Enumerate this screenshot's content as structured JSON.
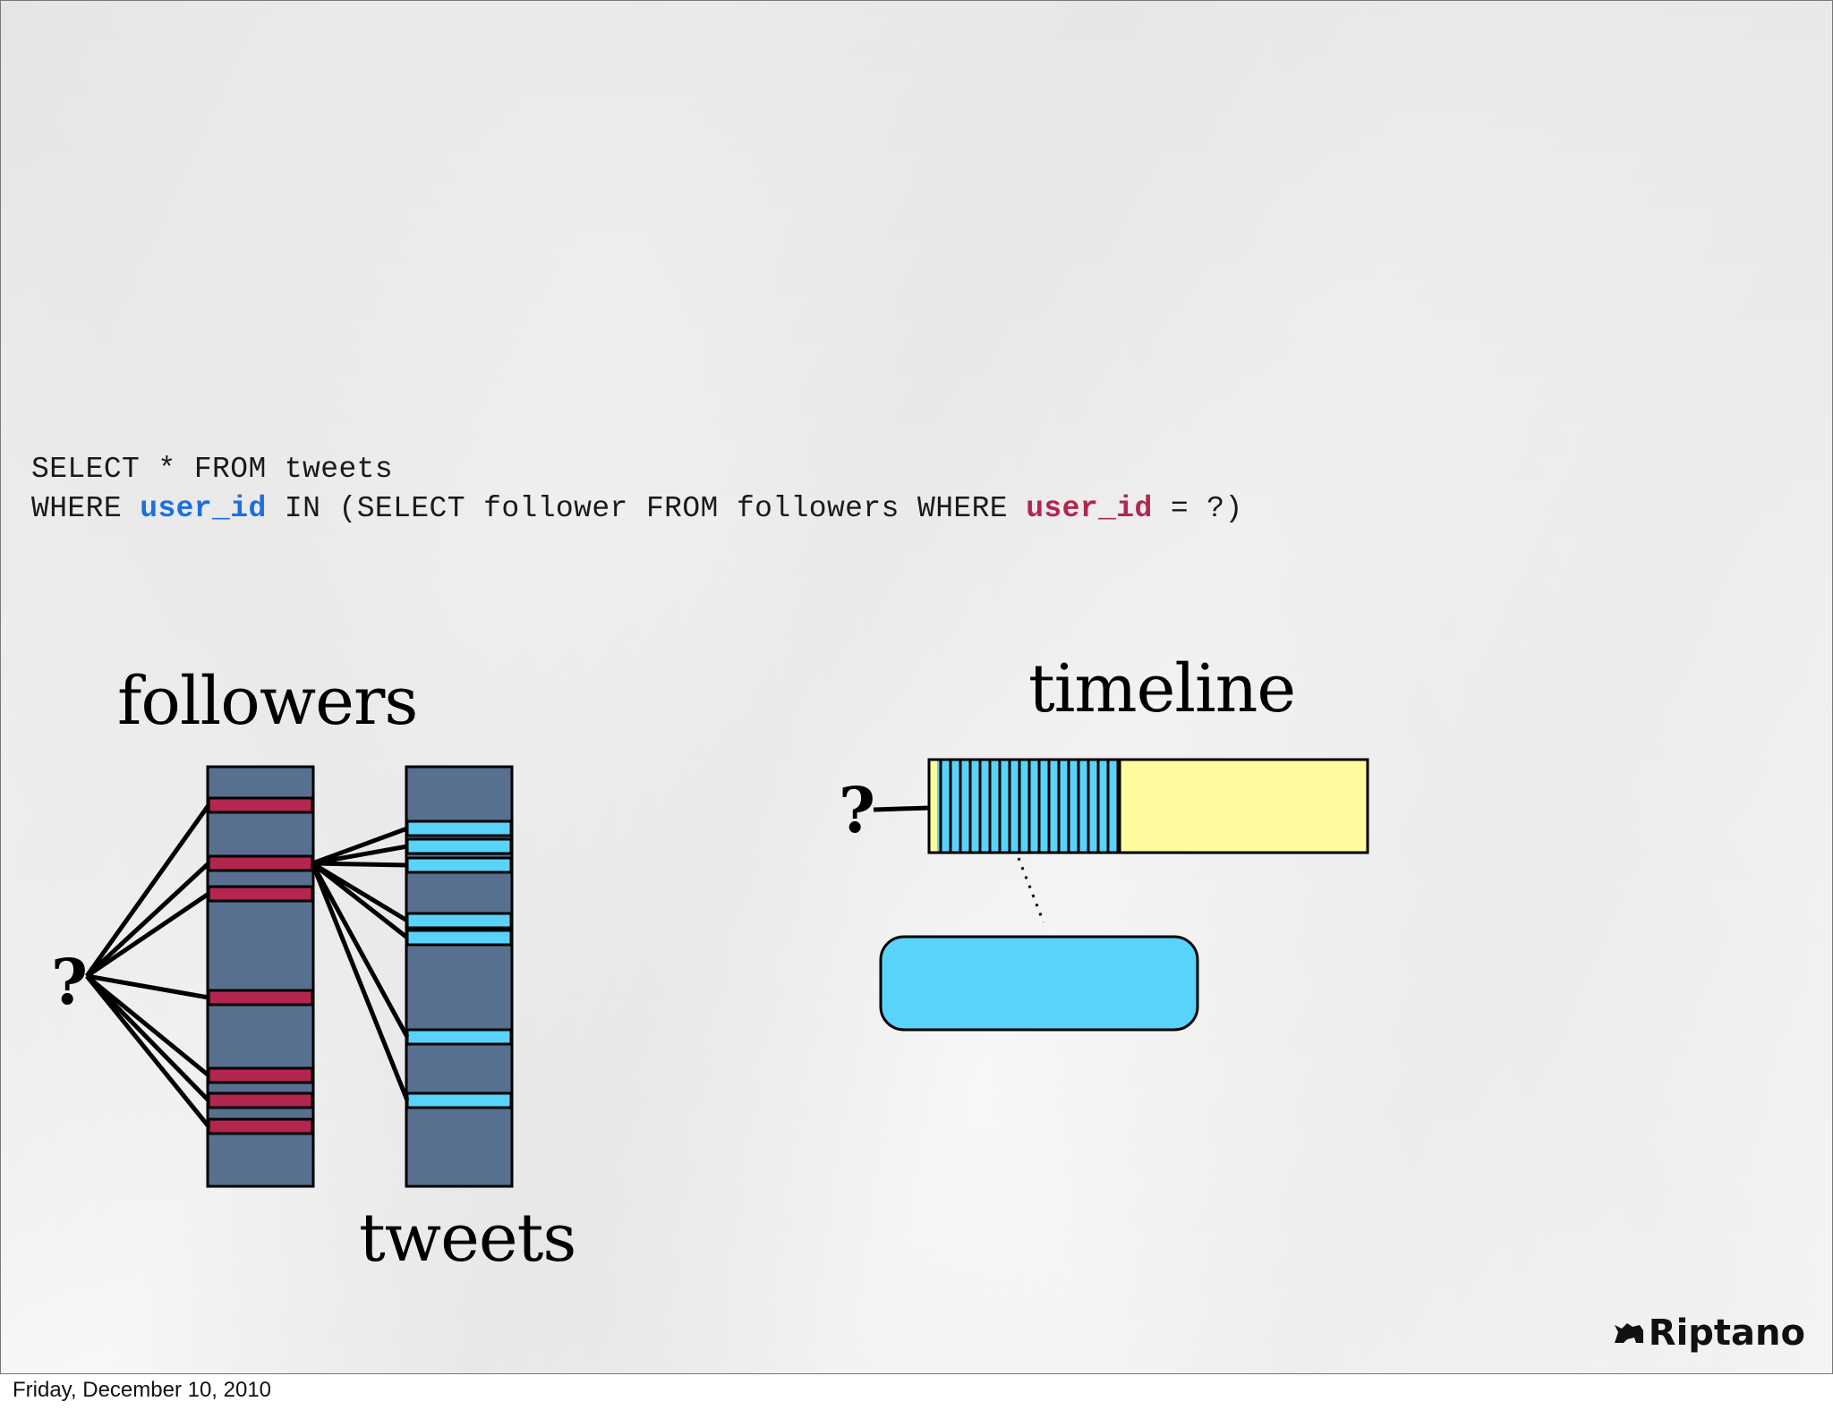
{
  "sql": {
    "line1": "SELECT * FROM tweets",
    "line2_a": "WHERE ",
    "line2_user_id_1": "user_id",
    "line2_b": " IN (SELECT follower FROM followers WHERE ",
    "line2_user_id_2": "user_id",
    "line2_c": " = ?)"
  },
  "diagram": {
    "followers_label": "followers",
    "tweets_label": "tweets",
    "timeline_label": "timeline",
    "query_marker_left": "?",
    "query_marker_right": "?"
  },
  "colors": {
    "column_fill": "#58708f",
    "follower_stripe": "#b3264f",
    "tweet_stripe": "#5ad3fb",
    "timeline_yellow": "#fffb9e",
    "timeline_blue": "#5ad3fb",
    "sql_highlight_blue": "#1d6fe0",
    "sql_highlight_red": "#b3264f"
  },
  "brand": {
    "logo_text": "Riptano"
  },
  "footer": {
    "date": "Friday, December 10, 2010"
  }
}
